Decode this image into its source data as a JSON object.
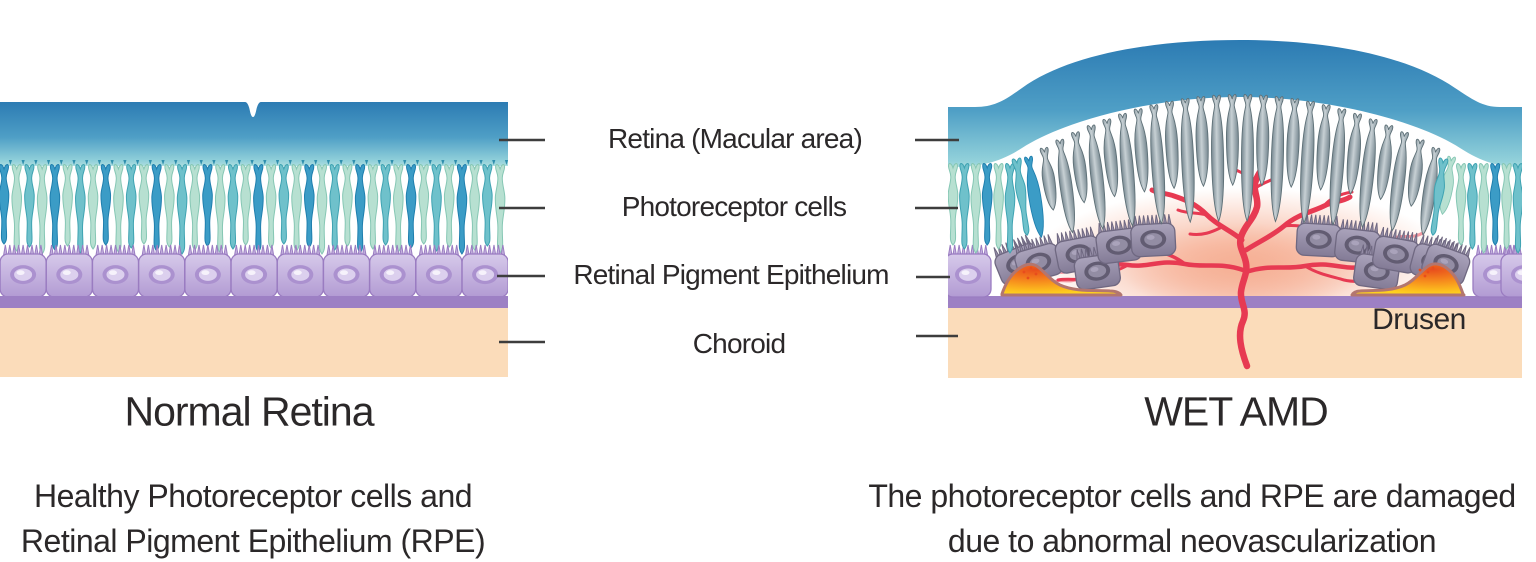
{
  "figure": {
    "layer_labels": {
      "retina": "Retina (Macular area)",
      "photoreceptors": "Photoreceptor cells",
      "rpe": "Retinal Pigment Epithelium",
      "choroid": "Choroid",
      "drusen": "Drusen"
    },
    "left_panel": {
      "title": "Normal Retina",
      "caption_line1": "Healthy Photoreceptor cells and",
      "caption_line2": "Retinal Pigment Epithelium (RPE)"
    },
    "right_panel": {
      "title": "WET AMD",
      "caption_line1": "The photoreceptor cells and RPE are damaged",
      "caption_line2": "due to abnormal neovascularization"
    }
  },
  "palette": {
    "band_blue_top": "#2a79b2",
    "band_blue_mid": "#4f9fc6",
    "band_blue_low": "#92d1da",
    "band_blue_pale": "#b9e4e3",
    "cell_dark": "#3b9cc6",
    "cell_dark_stroke": "#1f7fae",
    "cell_deep": "#2286b8",
    "cell_pale": "#b7e0d1",
    "cell_pale_stroke": "#86c7b4",
    "cell_teal": "#6fc1cb",
    "cell_teal_stroke": "#3fa3b2",
    "diamond_teal": "#2f8fae",
    "grey_cell_edge": "#75868f",
    "grey_cell_light": "#c7d0d4",
    "grey_cell_stroke": "#5e7077",
    "rpe_body_light": "#d6c9ea",
    "rpe_body": "#b29bd3",
    "rpe_stroke": "#9a7cc1",
    "rpe_nucleus": "#ab91cf",
    "rpe_nucleus_mid": "#dcd0ee",
    "rpe_nucleus_hi": "#f6f2fb",
    "grey_rpe_light": "#aaa3bb",
    "grey_rpe_body": "#837b96",
    "grey_rpe_stroke": "#6f6881",
    "grey_rpe_nucleus": "#625c72",
    "grey_rpe_nucleus_mid": "#938da4",
    "bruch_band": "#9d80c4",
    "choroid": "#fbdcba",
    "glow": "#f6b095",
    "vessel": "#e73a52",
    "vessel_light": "#f297a0",
    "drusen_outline": "#b3766f",
    "drusen_core": "#e84d1d",
    "drusen_orange": "#f68b1d",
    "drusen_yellow": "#ffd21e",
    "line": "#3d3d3d",
    "text": "#2b2829"
  }
}
